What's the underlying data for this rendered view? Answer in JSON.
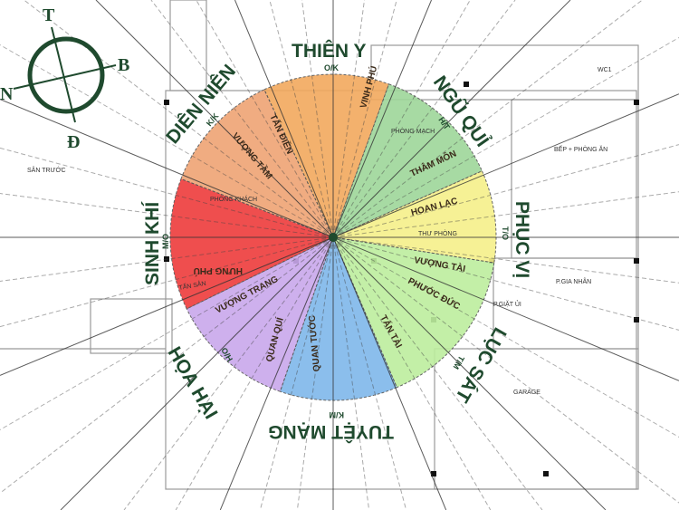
{
  "compass": {
    "top": "T",
    "right": "B",
    "bottom": "Đ",
    "left": "N"
  },
  "directions": [
    {
      "name": "THIÊN Y",
      "code": "O/K"
    },
    {
      "name": "NGŨ QUỈ",
      "code": "H/T"
    },
    {
      "name": "PHỤC VỊ",
      "code": "T/O"
    },
    {
      "name": "LỤC SÁT",
      "code": "T/M"
    },
    {
      "name": "TUYỆT MẠNG",
      "code": "K/M"
    },
    {
      "name": "HỌA HẠI",
      "code": "O/H"
    },
    {
      "name": "SINH KHÍ",
      "code": "M/O"
    },
    {
      "name": "DIÊN NIÊN",
      "code": "K/K"
    }
  ],
  "sectors": [
    "TẤN ĐIỀN",
    "VƯỢNG TẦM",
    "VINH PHÚ",
    "THÂM MÔN",
    "HOAN LẠC",
    "VƯỢNG TÀI",
    "PHƯỚC ĐỨC",
    "TẤN TÀI",
    "QUAN TƯỚC",
    "QUAN QUÍ",
    "VƯỢNG TRANG",
    "TẤN SẢN",
    "HƯNG PHÚ"
  ],
  "rooms": [
    "SÂN TRƯỚC",
    "PHÒNG KHÁCH",
    "PHÒNG MẠCH",
    "THƯ PHÒNG",
    "WC1",
    "BẾP + PHÒNG ĂN",
    "P.GIA NHÂN",
    "P.GIẶT ỦI",
    "GARAGE"
  ],
  "colors": {
    "orange_light": "#EFA474",
    "orange": "#F2A95E",
    "green": "#9ED69A",
    "yellow": "#F6F08A",
    "light_green": "#BDEE9E",
    "blue": "#7FB8EA",
    "purple": "#C9A8EC",
    "red": "#EE3B3B",
    "ink": "#1f4a2e"
  }
}
